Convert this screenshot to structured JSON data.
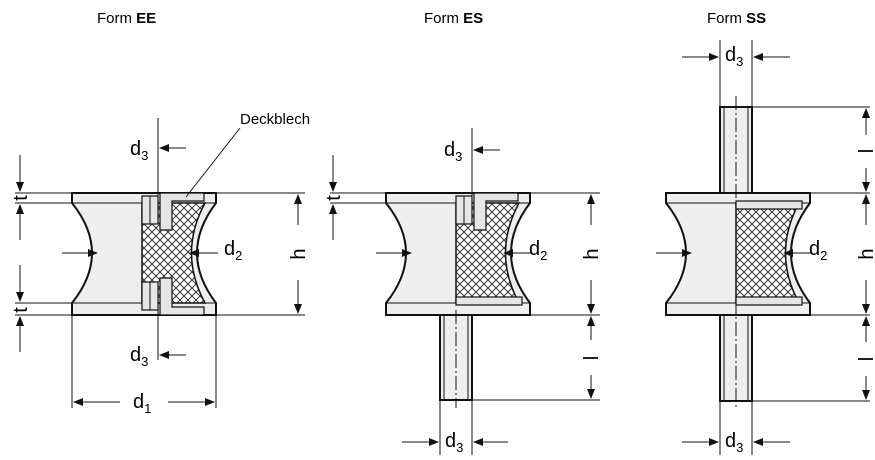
{
  "titles": {
    "ee": {
      "prefix": "Form ",
      "bold": "EE"
    },
    "es": {
      "prefix": "Form ",
      "bold": "ES"
    },
    "ss": {
      "prefix": "Form ",
      "bold": "SS"
    }
  },
  "labels": {
    "deckblech": "Deckblech",
    "d": "d",
    "d1_sub": "1",
    "d2_sub": "2",
    "d3_sub": "3",
    "t": "t",
    "h": "h",
    "l": "l"
  }
}
